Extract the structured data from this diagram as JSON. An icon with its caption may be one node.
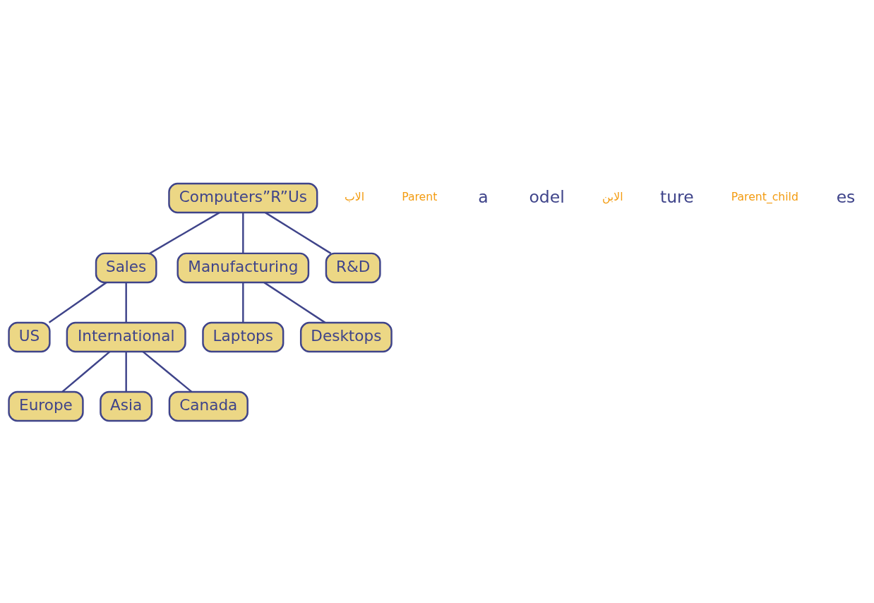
{
  "diagram": {
    "nodes": [
      {
        "text": [
          "Computers”R”Us"
        ]
      },
      {
        "text": [
          "Sales"
        ]
      },
      {
        "text": [
          "Manufacturing"
        ]
      },
      {
        "text": [
          "R&D"
        ]
      },
      {
        "text": [
          "US"
        ]
      },
      {
        "text": [
          "International"
        ]
      },
      {
        "text": [
          "Laptops"
        ]
      },
      {
        "text": [
          "Desktops"
        ]
      },
      {
        "text": [
          "Europe"
        ]
      },
      {
        "text": [
          "Asia"
        ]
      },
      {
        "text": [
          "Canada"
        ]
      }
    ],
    "edges": [
      {
        "from": 0,
        "to": 1,
        "arrow": "none"
      },
      {
        "from": 0,
        "to": 2,
        "arrow": "none"
      },
      {
        "from": 0,
        "to": 3,
        "arrow": "none"
      },
      {
        "from": 1,
        "to": 4,
        "arrow": "none"
      },
      {
        "from": 1,
        "to": 5,
        "arrow": "none"
      },
      {
        "from": 2,
        "to": 6,
        "arrow": "none"
      },
      {
        "from": 2,
        "to": 7,
        "arrow": "none"
      },
      {
        "from": 5,
        "to": 8,
        "arrow": "none"
      },
      {
        "from": 5,
        "to": 9,
        "arrow": "none"
      },
      {
        "from": 5,
        "to": 10,
        "arrow": "none"
      }
    ],
    "labels": [
      "الاب",
      "Parent",
      "a",
      "odel",
      "الابن",
      "ture",
      "Parent_child",
      "es"
    ]
  }
}
